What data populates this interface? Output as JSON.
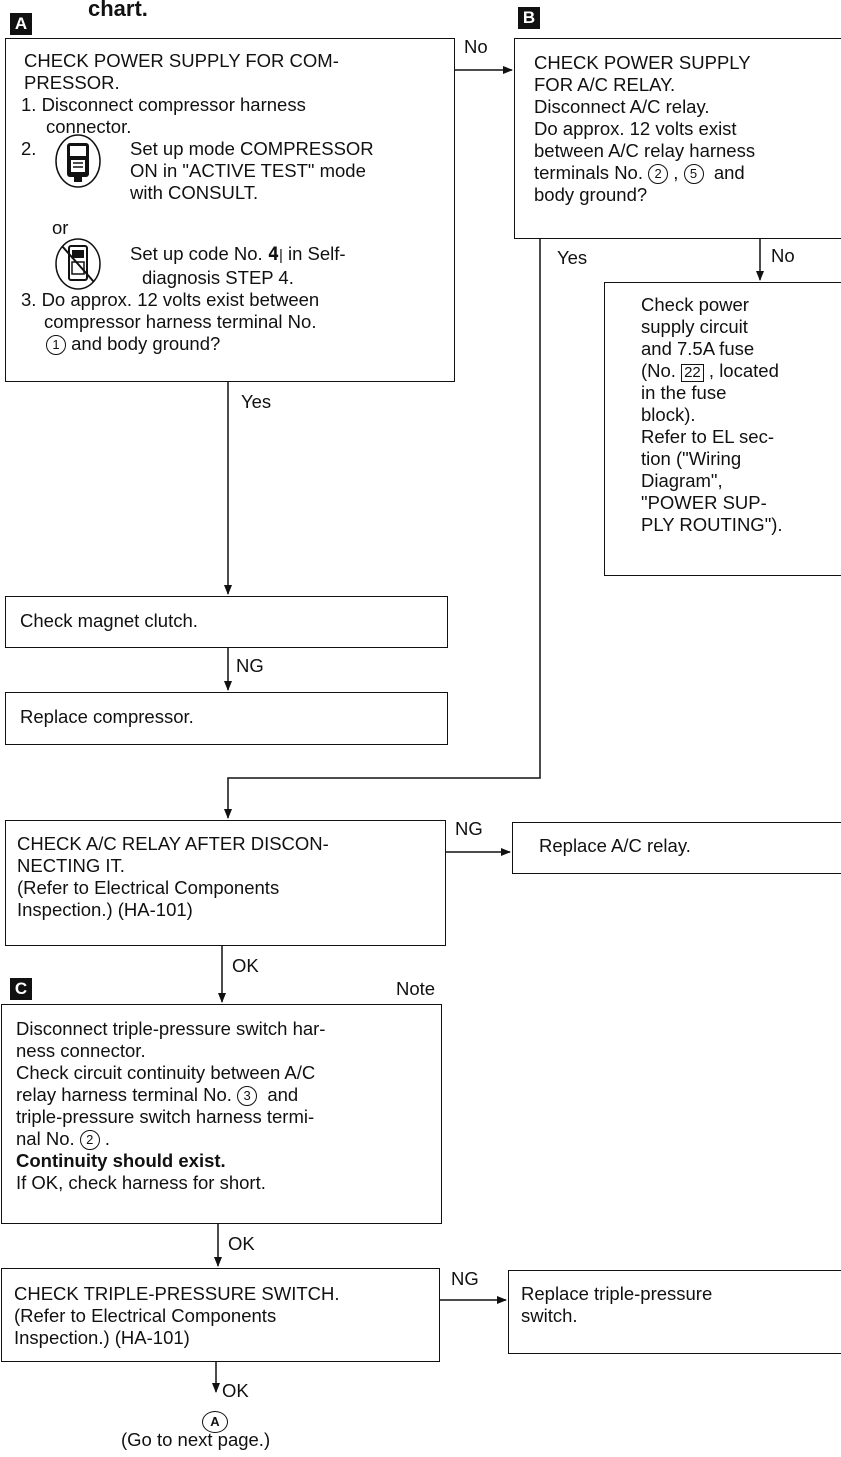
{
  "header": {
    "title_fragment": "chart."
  },
  "badges": {
    "a": "A",
    "b": "B",
    "c": "C"
  },
  "box_a": {
    "l1": "CHECK POWER SUPPLY FOR COM-",
    "l2": "PRESSOR.",
    "l3": "1. Disconnect compressor harness",
    "l4": "connector.",
    "l5_num": "2.",
    "l5": "Set up mode COMPRESSOR",
    "l6": "ON in \"ACTIVE TEST\" mode",
    "l7": "with CONSULT.",
    "l8": "or",
    "l9a": "Set up code No. ",
    "l9_code": "4",
    "l9b": " in Self-",
    "l10": "diagnosis STEP 4.",
    "l11": "3. Do approx. 12 volts exist between",
    "l12": "compressor harness terminal No.",
    "l13_term": "1",
    "l13": " and body ground?"
  },
  "box_b": {
    "l1": "CHECK POWER SUPPLY",
    "l2": "FOR A/C RELAY.",
    "l3": "Disconnect A/C relay.",
    "l4": "Do approx. 12 volts exist",
    "l5": "between A/C relay harness",
    "l6a": "terminals No. ",
    "t2": "2",
    "l6b": " , ",
    "t5": "5",
    "l6c": "  and",
    "l7": "body ground?"
  },
  "box_power_check": {
    "l1": "Check power",
    "l2": "supply circuit",
    "l3": "and 7.5A fuse",
    "l4a": "(No. ",
    "l4_fuse": "22",
    "l4b": " , located",
    "l5": "in the fuse",
    "l6": "block).",
    "l7": "Refer to EL sec-",
    "l8": "tion (\"Wiring",
    "l9": "Diagram\",",
    "l10": "\"POWER SUP-",
    "l11": "PLY ROUTING\")."
  },
  "box_clutch": {
    "l1": "Check magnet clutch."
  },
  "box_replace_comp": {
    "l1": "Replace compressor."
  },
  "box_relay": {
    "l1": "CHECK A/C RELAY AFTER DISCON-",
    "l2": "NECTING IT.",
    "l3": "(Refer to Electrical Components",
    "l4": "Inspection.) (HA-101)"
  },
  "box_replace_relay": {
    "l1": "Replace A/C relay."
  },
  "box_continuity": {
    "l1": "Disconnect triple-pressure switch har-",
    "l2": "ness connector.",
    "l3": "Check circuit continuity between A/C",
    "l4a": "relay harness terminal No. ",
    "t3": "3",
    "l4b": "  and",
    "l5": "triple-pressure switch harness termi-",
    "l6a": "nal No. ",
    "t2": "2",
    "l6b": " .",
    "l7": "Continuity should exist.",
    "l8": "If OK, check harness for short."
  },
  "box_triple": {
    "l1": "CHECK TRIPLE-PRESSURE SWITCH.",
    "l2": "(Refer to Electrical Components",
    "l3": "Inspection.) (HA-101)"
  },
  "box_replace_triple": {
    "l1": "Replace triple-pressure",
    "l2": "switch."
  },
  "labels": {
    "no_ab": "No",
    "no_b": "No",
    "yes_a": "Yes",
    "yes_b": "Yes",
    "ng_clutch": "NG",
    "ng_relay": "NG",
    "ok_relay": "OK",
    "note": "Note",
    "ok_cont": "OK",
    "ng_triple": "NG",
    "ok_triple": "OK"
  },
  "footer": {
    "connector": "A",
    "next_page": "(Go to next page.)"
  },
  "icons": [
    "consult-tester-icon",
    "no-consult-icon"
  ],
  "colors": {
    "ink": "#111111",
    "paper": "#ffffff"
  }
}
